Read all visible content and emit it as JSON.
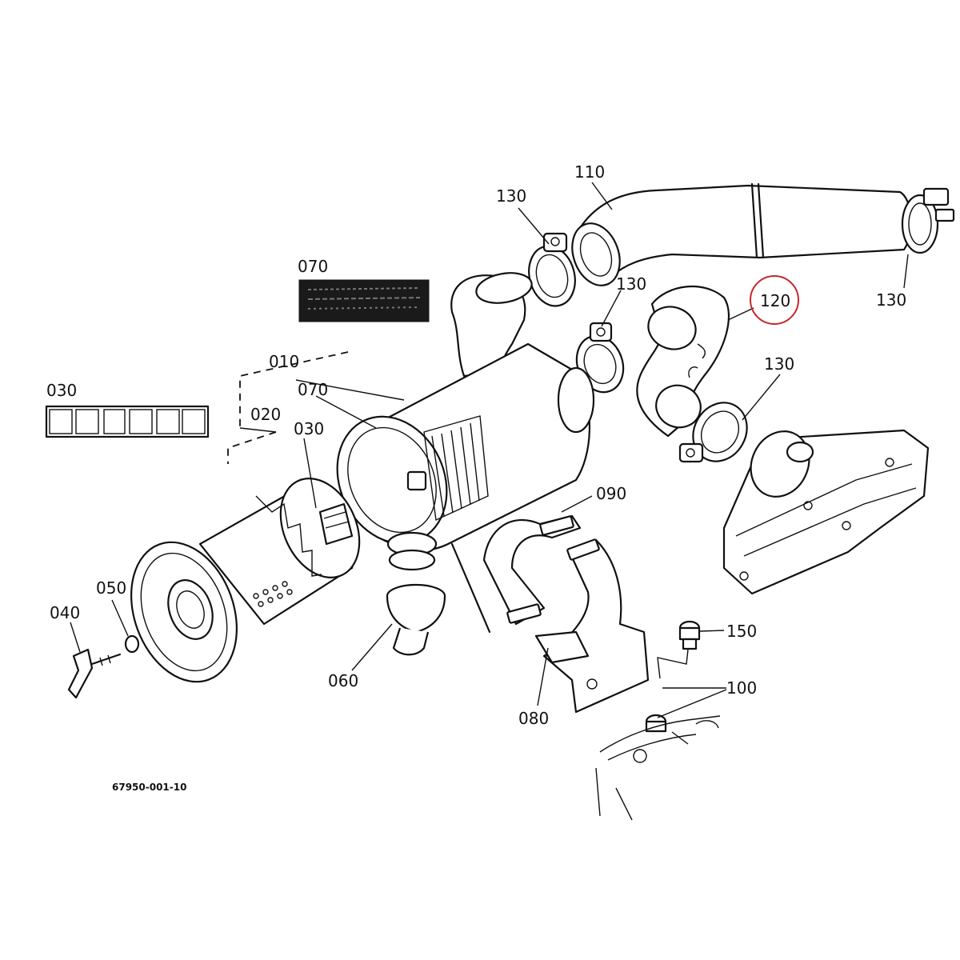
{
  "diagram": {
    "reference_code": "67950-001-10",
    "highlight_color": "#c8262c",
    "highlighted_part": "120",
    "callouts": {
      "p110": "110",
      "p130_top": "130",
      "p130_right": "130",
      "p130_mid": "130",
      "p130_lower": "130",
      "p120": "120",
      "p070_decal": "070",
      "p030_decal": "030",
      "p010": "010",
      "p070_body": "070",
      "p020": "020",
      "p030_elem": "030",
      "p090": "090",
      "p050": "050",
      "p040": "040",
      "p060": "060",
      "p080": "080",
      "p150": "150",
      "p100": "100"
    }
  }
}
